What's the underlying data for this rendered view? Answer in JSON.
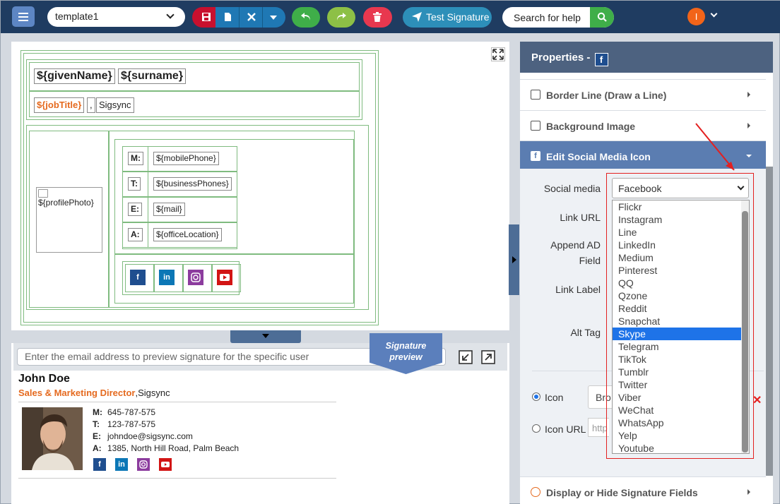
{
  "toolbar": {
    "template_value": "template1",
    "test_signature_label": "Test Signature",
    "search_help_label": "Search for help",
    "user_initial": "I"
  },
  "canvas": {
    "given_name": "${givenName}",
    "surname": "${surname}",
    "job_title": "${jobTitle}",
    "comma": ",",
    "company": "Sigsync",
    "profile_photo": "${profilePhoto}",
    "contacts": [
      {
        "label": "M:",
        "value": "${mobilePhone}"
      },
      {
        "label": "T:",
        "value": "${businessPhones}"
      },
      {
        "label": "E:",
        "value": "${mail}"
      },
      {
        "label": "A:",
        "value": "${officeLocation}"
      }
    ],
    "social_icons": [
      "facebook-icon",
      "linkedin-icon",
      "instagram-icon",
      "youtube-icon"
    ]
  },
  "preview": {
    "email_placeholder": "Enter the email address to preview signature for the specific user",
    "ribbon_line1": "Signature",
    "ribbon_line2": "preview",
    "name": "John Doe",
    "title": "Sales & Marketing Director",
    "company": ",Sigsync",
    "contacts": [
      {
        "label": "M:",
        "value": "645-787-575"
      },
      {
        "label": "T:",
        "value": "123-787-575"
      },
      {
        "label": "E:",
        "value": "johndoe@sigsync.com"
      },
      {
        "label": "A:",
        "value": "1385, North Hill Road, Palm Beach"
      }
    ]
  },
  "properties": {
    "title": "Properties -",
    "sections": {
      "border_line": "Border Line (Draw a Line)",
      "background_image": "Background Image",
      "edit_social": "Edit Social Media Icon",
      "display_hide": "Display or Hide Signature Fields"
    },
    "labels": {
      "social_media": "Social media",
      "link_url": "Link URL",
      "append_ad_1": "Append AD",
      "append_ad_2": "Field",
      "link_label": "Link Label",
      "alt_tag": "Alt Tag",
      "icon": "Icon",
      "icon_url": "Icon URL",
      "browse_partial": "Bro",
      "http_partial": "http"
    },
    "social_media_selected": "Facebook",
    "social_media_options": [
      "Flickr",
      "Instagram",
      "Line",
      "LinkedIn",
      "Medium",
      "Pinterest",
      "QQ",
      "Qzone",
      "Reddit",
      "Snapchat",
      "Skype",
      "Telegram",
      "TikTok",
      "Tumblr",
      "Twitter",
      "Viber",
      "WeChat",
      "WhatsApp",
      "Yelp",
      "Youtube"
    ],
    "highlighted_option": "Skype"
  },
  "colors": {
    "topbar": "#1f3c61",
    "accent_orange": "#e56a1f",
    "panel_header": "#4d6280",
    "active_section": "#5b7db1",
    "highlight": "#1e73e8",
    "callout_red": "#e32020"
  }
}
